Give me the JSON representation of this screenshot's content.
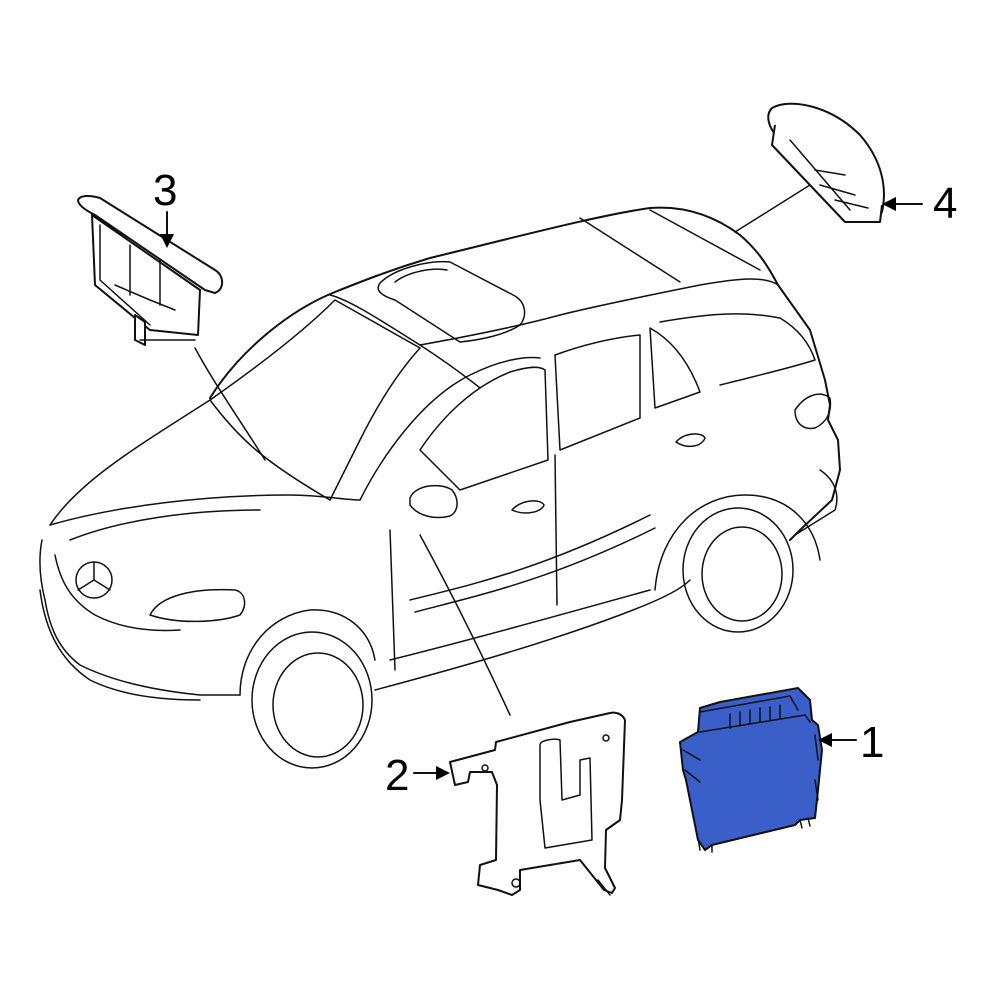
{
  "callouts": [
    {
      "id": "1",
      "label": "1"
    },
    {
      "id": "2",
      "label": "2"
    },
    {
      "id": "3",
      "label": "3"
    },
    {
      "id": "4",
      "label": "4"
    }
  ],
  "colors": {
    "highlight_part": "#3a5fc8",
    "line": "#111111",
    "background": "#ffffff"
  }
}
